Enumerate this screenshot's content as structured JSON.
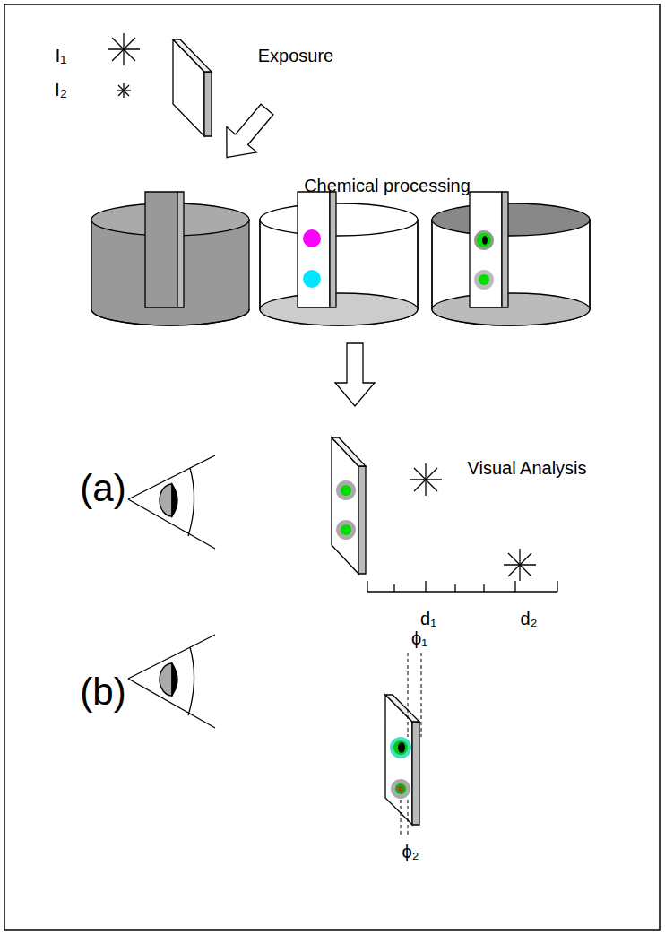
{
  "diagram": {
    "labels": [
      "I₁",
      "Exposure",
      "I₂",
      "Chemical processing",
      "(a)",
      "Visual Analysis",
      "d₁",
      "d₂",
      "(b)",
      "ϕ₁",
      "ϕ₂"
    ]
  }
}
